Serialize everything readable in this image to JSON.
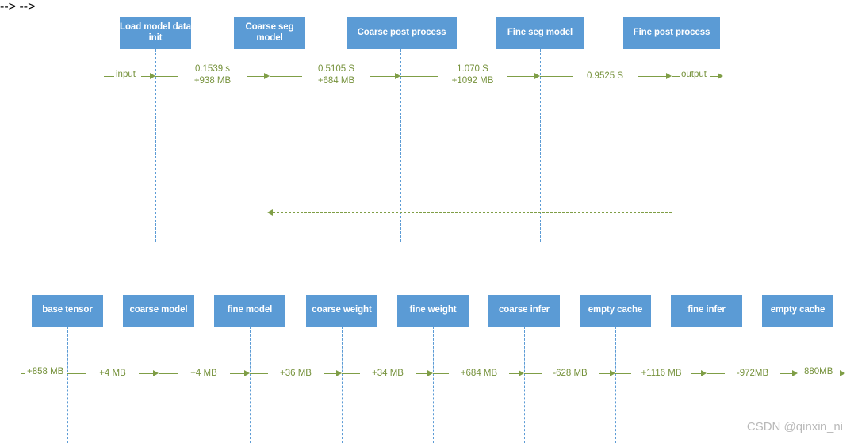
{
  "diagram": {
    "background_color": "#ffffff",
    "box_color": "#5b9bd5",
    "box_text_color": "#ffffff",
    "lifeline_color": "#5b9bd5",
    "message_color": "#7f9e46",
    "message_text_color": "#76923c"
  },
  "top_diagram": {
    "actors": [
      {
        "label": "Load model\ndata init",
        "line1": "Load model",
        "line2": "data init"
      },
      {
        "label": "Coarse seg\nmodel",
        "line1": "Coarse seg",
        "line2": "model"
      },
      {
        "label": "Coarse post process",
        "line1": "Coarse post process",
        "line2": ""
      },
      {
        "label": "Fine seg model",
        "line1": "Fine seg model",
        "line2": ""
      },
      {
        "label": "Fine post process",
        "line1": "Fine post process",
        "line2": ""
      }
    ],
    "entry_label": "input",
    "exit_label": "output",
    "messages": [
      {
        "time": "0.1539 s",
        "memory": "+938 MB",
        "from": "Load model data init",
        "to": "Coarse seg model"
      },
      {
        "time": "0.5105 S",
        "memory": "+684 MB",
        "from": "Coarse seg model",
        "to": "Coarse post process"
      },
      {
        "time": "1.070 S",
        "memory": "+1092 MB",
        "from": "Coarse post process",
        "to": "Fine seg model"
      },
      {
        "time": "0.9525 S",
        "memory": "",
        "from": "Fine seg model",
        "to": "Fine post process"
      }
    ],
    "return_message": {
      "label": "",
      "from": "Fine post process",
      "to": "Coarse seg model",
      "style": "dashed"
    }
  },
  "bottom_diagram": {
    "actors": [
      {
        "label": "base tensor"
      },
      {
        "label": "coarse model"
      },
      {
        "label": "fine model"
      },
      {
        "label": "coarse weight"
      },
      {
        "label": "fine weight"
      },
      {
        "label": "coarse infer"
      },
      {
        "label": "empty cache"
      },
      {
        "label": "fine infer"
      },
      {
        "label": "empty cache"
      }
    ],
    "entry_label": "+858 MB",
    "exit_label": "880MB",
    "messages": [
      {
        "memory": "+4 MB",
        "from": "base tensor",
        "to": "coarse model"
      },
      {
        "memory": "+4 MB",
        "from": "coarse model",
        "to": "fine model"
      },
      {
        "memory": "+36 MB",
        "from": "fine model",
        "to": "coarse weight"
      },
      {
        "memory": "+34 MB",
        "from": "coarse weight",
        "to": "fine weight"
      },
      {
        "memory": "+684 MB",
        "from": "fine weight",
        "to": "coarse infer"
      },
      {
        "memory": "-628 MB",
        "from": "coarse infer",
        "to": "empty cache"
      },
      {
        "memory": "+1116 MB",
        "from": "empty cache",
        "to": "fine infer"
      },
      {
        "memory": "-972MB",
        "from": "fine infer",
        "to": "empty cache"
      }
    ]
  },
  "watermark": {
    "text": "CSDN @qinxin_ni"
  }
}
